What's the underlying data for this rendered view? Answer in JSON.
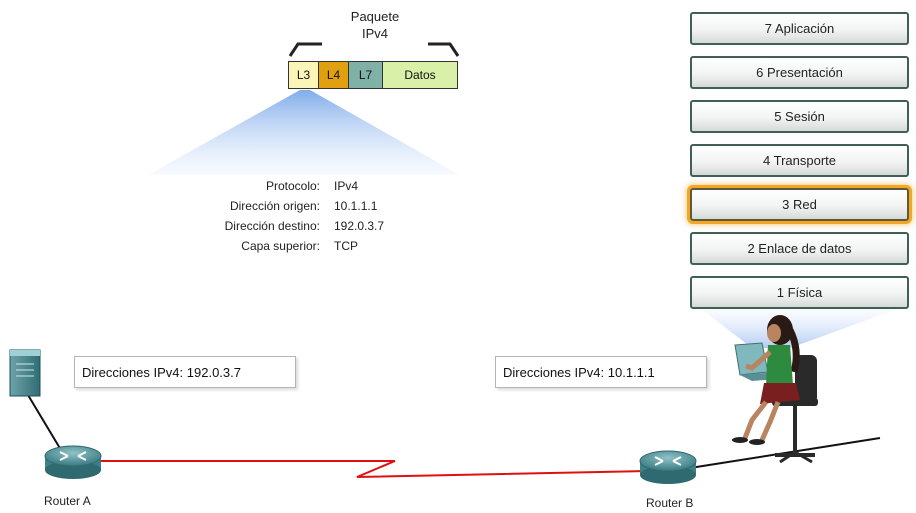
{
  "packet": {
    "title_line1": "Paquete",
    "title_line2": "IPv4",
    "segments": [
      {
        "label": "L3",
        "color": "#fbf6b8"
      },
      {
        "label": "L4",
        "color": "#e0a010"
      },
      {
        "label": "L7",
        "color": "#7fb1a6"
      },
      {
        "label": "Datos",
        "color": "#d8f0a8"
      }
    ]
  },
  "header": {
    "rows": [
      {
        "key": "Protocolo:",
        "value": "IPv4"
      },
      {
        "key": "Dirección origen:",
        "value": "10.1.1.1"
      },
      {
        "key": "Dirección destino:",
        "value": "192.0.3.7"
      },
      {
        "key": "Capa superior:",
        "value": "TCP"
      }
    ]
  },
  "osi": {
    "layers": [
      "7 Aplicación",
      "6 Presentación",
      "5 Sesión",
      "4 Transporte",
      "3 Red",
      "2 Enlace de datos",
      "1 Física"
    ],
    "active_layer": "3 Red",
    "highlight_color": "#f5a623"
  },
  "address_left": "Direcciones IPv4: 192.0.3.7",
  "address_right": "Direcciones IPv4: 10.1.1.1",
  "router_a": "Router A",
  "router_b": "Router B",
  "link_color": "#e01010"
}
